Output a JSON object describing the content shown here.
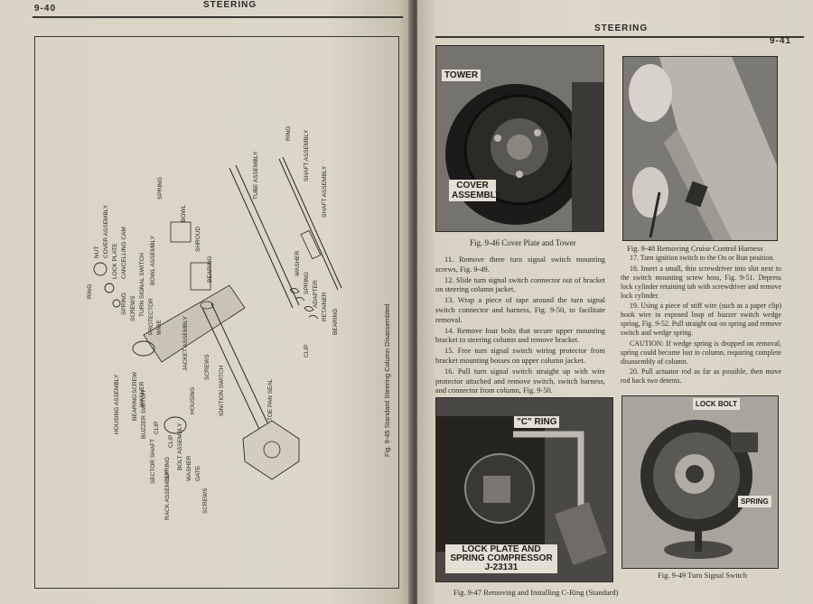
{
  "left_page": {
    "page_number": "9-40",
    "header": "STEERING",
    "figure": {
      "caption": "Fig. 9-45 Standard Steering Column Disassembled",
      "labels": {
        "nut": "NUT",
        "cover_assembly": "COVER ASSEMBLY",
        "lock_plate": "LOCK PLATE",
        "cancelling_cam": "CANCELLING CAM",
        "ring": "RING",
        "spring": "SPRING",
        "screws": "SCREWS",
        "turn_signal_switch": "TURN SIGNAL SWITCH",
        "protector": "PROTECTOR",
        "wire": "WIRE",
        "bowl_assembly": "BOWL ASSEMBLY",
        "spring_top": "SPRING",
        "bowl": "BOWL",
        "shroud": "SHROUD",
        "bearing": "BEARING",
        "jacket_assembly": "JACKET ASSEMBLY",
        "housing_assembly": "HOUSING ASSEMBLY",
        "bearing_left": "BEARING",
        "screw": "SCREW",
        "washer": "WASHER",
        "buzzer_switch": "BUZZER SWITCH",
        "clip": "CLIP",
        "housing": "HOUSING",
        "screws_mid": "SCREWS",
        "ignition_switch": "IGNITION SWITCH",
        "toe_pan_seal": "TOE PAN SEAL",
        "sector_shaft": "SECTOR SHAFT",
        "spring_low": "SPRING",
        "clip_low": "CLIP",
        "bolt_assembly": "BOLT ASSEMBLY",
        "washer_low": "WASHER",
        "gate": "GATE",
        "rack_assembly": "RACK ASSEMBLY",
        "screws_low": "SCREWS",
        "tube_assembly": "TUBE ASSEMBLY",
        "ring_top": "RING",
        "shaft_assembly": "SHAFT ASSEMBLY",
        "shaft_assembly_2": "SHAFT ASSEMBLY",
        "washer_right": "WASHER",
        "spring_right": "SPRING",
        "adapter": "ADAPTER",
        "retainer": "RETAINER",
        "clip_right": "CLIP",
        "bearing_right": "BEARING"
      }
    }
  },
  "right_page": {
    "page_number": "9-41",
    "header": "STEERING",
    "fig_9_46": {
      "caption": "Fig. 9-46 Cover Plate and Tower",
      "callout_tower": "TOWER",
      "callout_cover": "COVER ASSEMBLY"
    },
    "fig_9_48": {
      "caption": "Fig. 9-48 Removing Cruise Control Harness"
    },
    "fig_9_47": {
      "caption": "Fig. 9-47 Removing and Installing C-Ring (Standard)",
      "callout_c_ring": "\"C\" RING",
      "callout_lock_plate": "LOCK PLATE AND SPRING COMPRESSOR J-23131"
    },
    "fig_9_49": {
      "caption": "Fig. 9-49 Turn Signal Switch",
      "callout_lock_bolt": "LOCK BOLT",
      "callout_spring": "SPRING"
    },
    "text_left": [
      "11. Remove three turn signal switch mounting screws, Fig. 9-49.",
      "12. Slide turn signal switch connector out of bracket on steering column jacket.",
      "13. Wrap a piece of tape around the turn signal switch connector and harness, Fig. 9-50, to facilitate removal.",
      "14. Remove four bolts that secure upper mounting bracket to steering column and remove bracket.",
      "15. Free turn signal switch wiring protector from bracket mounting bosses on upper column jacket.",
      "16. Pull turn signal switch straight up with wire protector attached and remove switch, switch harness, and connector from column, Fig. 9-50."
    ],
    "text_right": [
      "17. Turn ignition switch to the On or Run position.",
      "18. Insert a small, thin screwdriver into slot next to the switch mounting screw boss, Fig. 9-51. Depress lock cylinder retaining tab with screwdriver and remove lock cylinder.",
      "19. Using a piece of stiff wire (such as a paper clip) hook wire in exposed loop of buzzer switch wedge spring, Fig. 9-52. Pull straight out on spring and remove switch and wedge spring.",
      "CAUTION: If wedge spring is dropped on removal, spring could become lost in column, requiring complete disassembly of column.",
      "20. Pull actuator rod as far as possible, then move rod back two detents."
    ]
  }
}
